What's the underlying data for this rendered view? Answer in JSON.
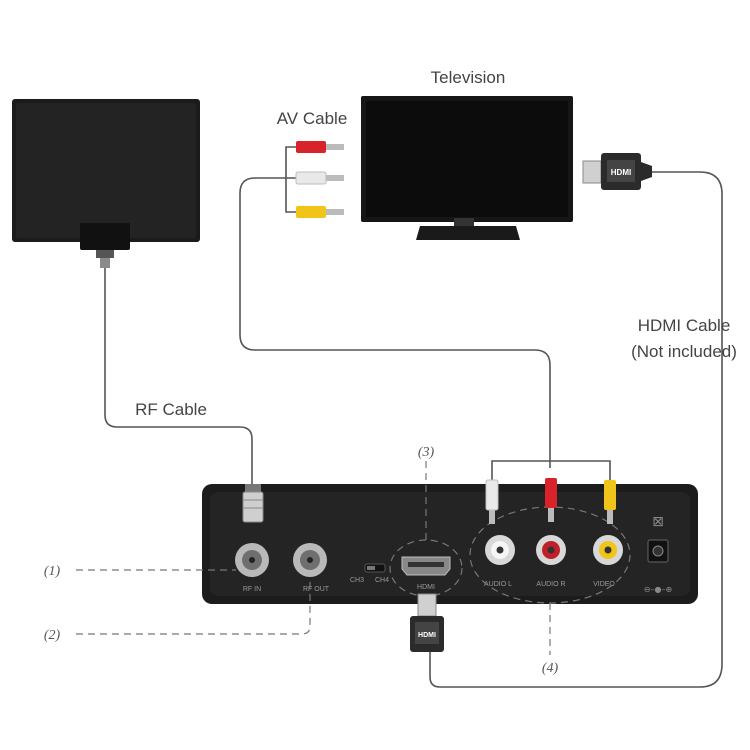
{
  "labels": {
    "television": "Television",
    "av_cable": "AV Cable",
    "hdmi_cable_line1": "HDMI Cable",
    "hdmi_cable_line2": "(Not included)",
    "rf_cable": "RF Cable"
  },
  "callouts": {
    "c1": "(1)",
    "c2": "(2)",
    "c3": "(3)",
    "c4": "(4)"
  },
  "ports": {
    "rf_in": "RF IN",
    "rf_out": "RF OUT",
    "ch3": "CH3",
    "ch4": "CH4",
    "hdmi": "HDMI",
    "audio_l": "AUDIO L",
    "audio_r": "AUDIO R",
    "video": "VIDEO",
    "hdmi_plug_text": "HDMI"
  },
  "colors": {
    "red_plug": "#d9232b",
    "white_plug": "#e9e9e9",
    "yellow_plug": "#f0c419",
    "device_body": "#1c1c1c",
    "panel": "#2a2a2a"
  }
}
